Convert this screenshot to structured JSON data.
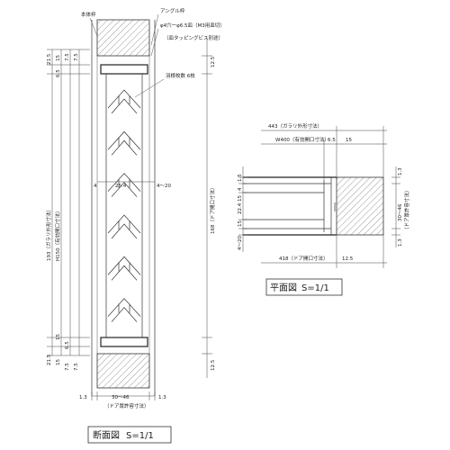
{
  "section": {
    "label_frame": "本体枠",
    "label_angle": "アングル枠",
    "label_screw": "φ4穴ーφ6.5皿（M3用皿切）",
    "label_tapping": "（皿タッピングビス別途）",
    "label_blades": "羽根枚数 6枚",
    "dim_left_top": [
      "21.5",
      "15",
      "7.5",
      "7.5",
      "6.5"
    ],
    "dim_left_bottom": [
      "15",
      "6.5",
      "21.5",
      "15",
      "7.5",
      "7.5"
    ],
    "dim_right_top": "12.5",
    "dim_right_bottom": "12.5",
    "dim_height_outer": "193（ガラリ外形寸法）",
    "dim_height_h150": "H150（有効開口寸法）",
    "dim_door_opening": "168（ドア開口寸法）",
    "dim_mid_left": "4",
    "dim_mid_center": "25.4",
    "dim_mid_right": "4〜20",
    "dim_bottom_left": "1.3",
    "dim_bottom_center": "30〜46",
    "dim_bottom_note": "（ドア厚許容寸法）",
    "title": "断面図",
    "scale": "S=1/1"
  },
  "plan": {
    "dim_outer": "443（ガラリ外形寸法）",
    "dim_w400": "W400（有効開口寸法）",
    "dim_65": "6.5",
    "dim_15": "15",
    "dim_418": "418（ドア開口寸法）",
    "dim_125": "12.5",
    "left_dims": [
      "1.5",
      "4",
      "15",
      "22.4",
      "15",
      "4〜20"
    ],
    "right_dims": [
      "1.3",
      "30〜46",
      "1.3"
    ],
    "right_note": "（ドア厚許容寸法）",
    "title": "平面図",
    "scale": "S=1/1"
  }
}
